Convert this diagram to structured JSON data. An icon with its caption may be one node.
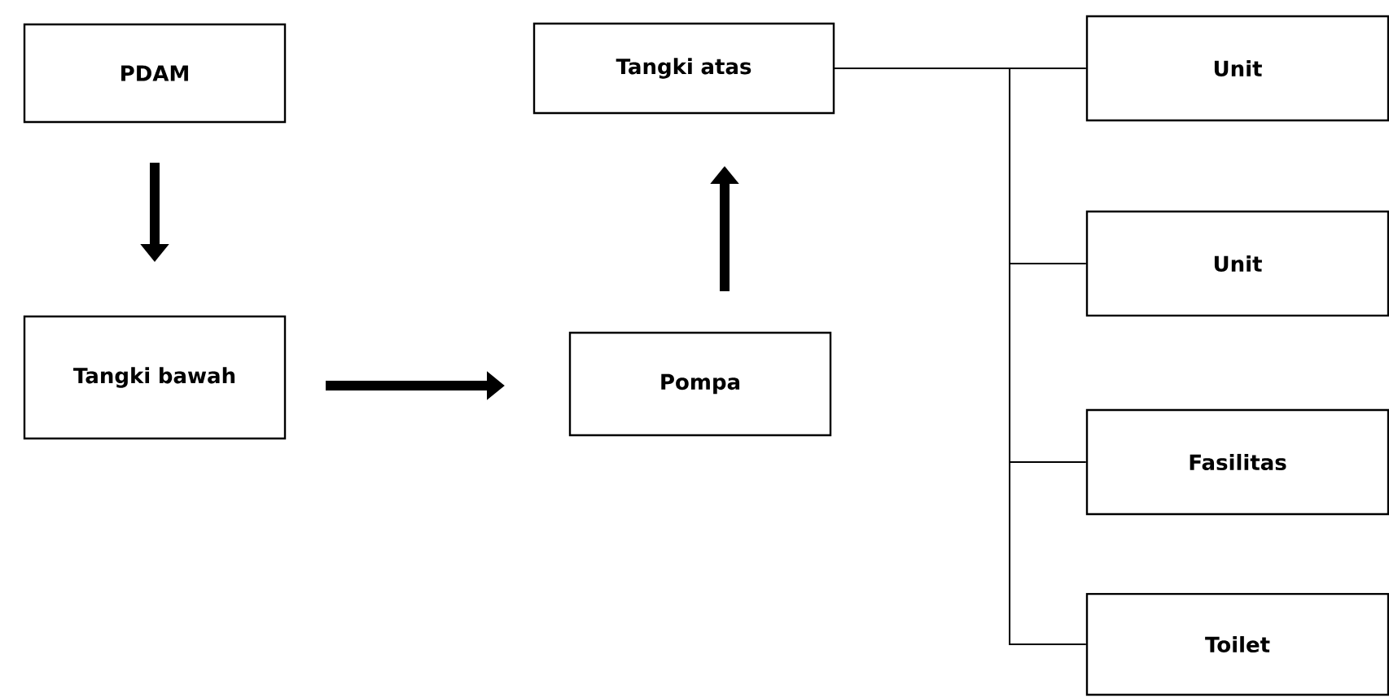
{
  "diagram": {
    "nodes": [
      {
        "text": [
          "PDAM"
        ]
      },
      {
        "text": [
          "Tangki bawah"
        ]
      },
      {
        "text": [
          "Pompa"
        ]
      },
      {
        "text": [
          "Tangki atas"
        ]
      },
      {
        "text": [
          "Unit"
        ]
      },
      {
        "text": [
          "Unit"
        ]
      },
      {
        "text": [
          "Fasilitas"
        ]
      },
      {
        "text": [
          "Toilet"
        ]
      }
    ],
    "edges": [
      {
        "from": 0,
        "to": 1,
        "arrow": "to",
        "style": "thick"
      },
      {
        "from": 1,
        "to": 2,
        "arrow": "to",
        "style": "thick"
      },
      {
        "from": 2,
        "to": 3,
        "arrow": "to",
        "style": "thick"
      },
      {
        "from": 3,
        "to": 4,
        "arrow": "none"
      },
      {
        "from": 3,
        "to": 5,
        "arrow": "none"
      },
      {
        "from": 3,
        "to": 6,
        "arrow": "none"
      },
      {
        "from": 3,
        "to": 7,
        "arrow": "none"
      }
    ]
  }
}
